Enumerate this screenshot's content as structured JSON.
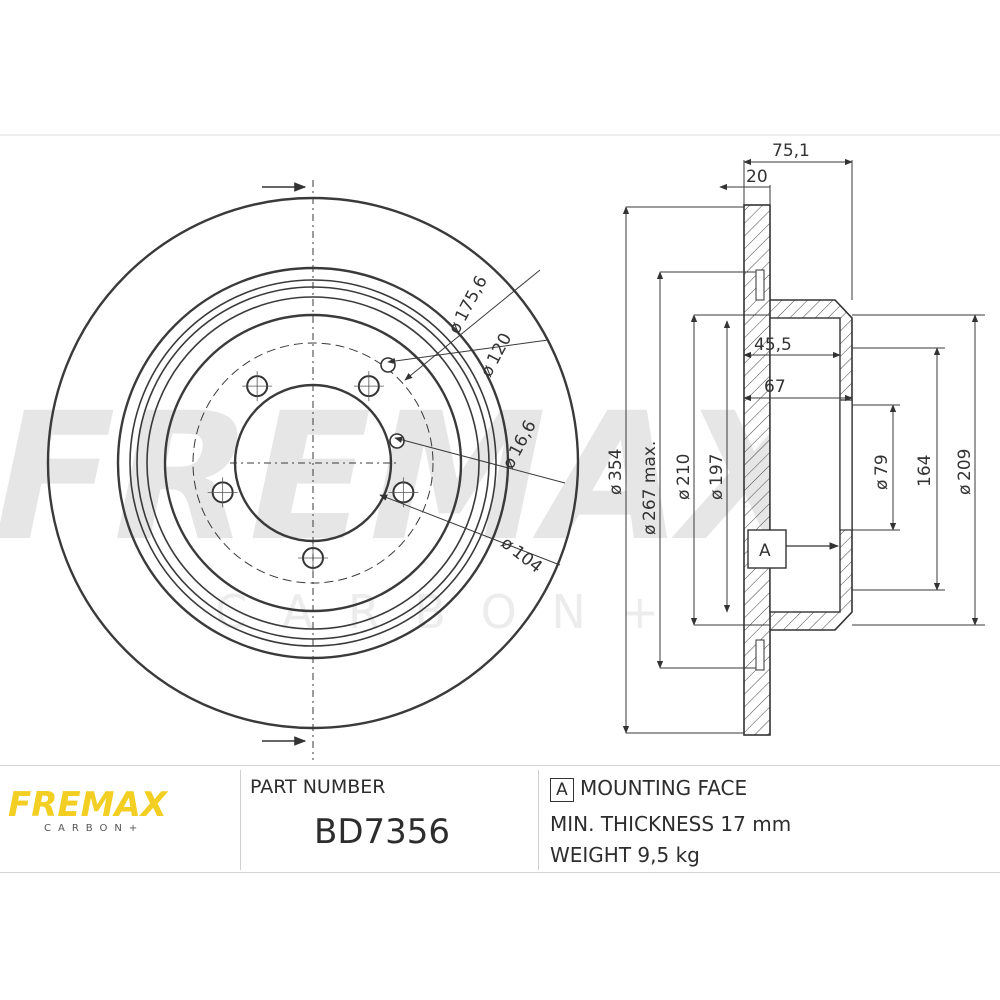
{
  "brand": {
    "name": "FREMAX",
    "sub": "CARBON",
    "sub_mark": "+",
    "watermark": "FREMAX",
    "watermark_sub": "C A R B O N +"
  },
  "dims_front": {
    "d175": "175,6",
    "d120": "120",
    "d16": "16,6",
    "d104": "104"
  },
  "dims_side": {
    "w751": "75,1",
    "w20": "20",
    "w455": "45,5",
    "w67": "67",
    "d354": "354",
    "d267": "267 max.",
    "d210": "210",
    "d197": "197",
    "d79": "79",
    "h164": "164",
    "d209": "209",
    "face_tag": "A"
  },
  "symbol": {
    "diameter": "ø"
  },
  "info": {
    "part_label": "PART NUMBER",
    "part_number": "BD7356",
    "mount_tag": "A",
    "mount_label": "MOUNTING FACE",
    "thickness": "MIN. THICKNESS 17 mm",
    "weight": "WEIGHT 9,5 kg"
  }
}
